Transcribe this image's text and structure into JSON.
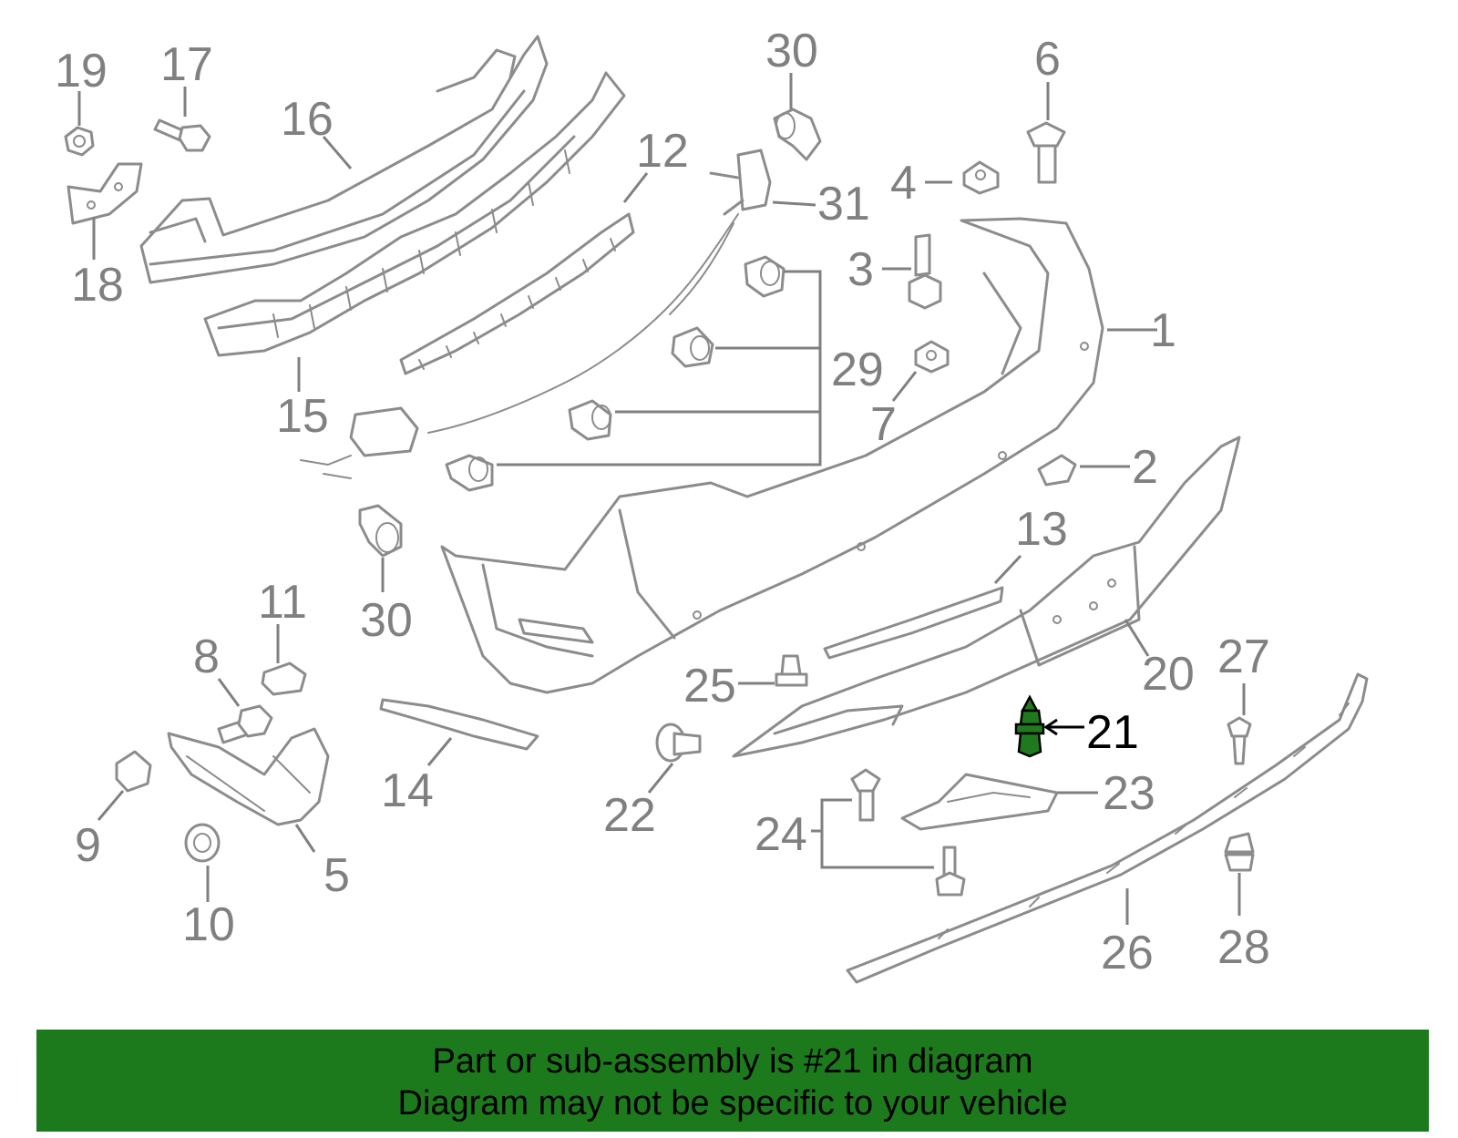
{
  "callouts": {
    "n1": "1",
    "n2": "2",
    "n3": "3",
    "n4": "4",
    "n5": "5",
    "n6": "6",
    "n7": "7",
    "n8": "8",
    "n9": "9",
    "n10": "10",
    "n11": "11",
    "n12": "12",
    "n13": "13",
    "n14": "14",
    "n15": "15",
    "n16": "16",
    "n17": "17",
    "n18": "18",
    "n19": "19",
    "n20": "20",
    "n21": "21",
    "n22": "22",
    "n23": "23",
    "n24": "24",
    "n25": "25",
    "n26": "26",
    "n27": "27",
    "n28": "28",
    "n29": "29",
    "n30": "30",
    "n31": "31"
  },
  "highlight": {
    "part": "21",
    "color": "#1c7a1c"
  },
  "footer": {
    "line1": "Part or sub-assembly is #21 in diagram",
    "line2": "Diagram may not be specific to your vehicle"
  }
}
